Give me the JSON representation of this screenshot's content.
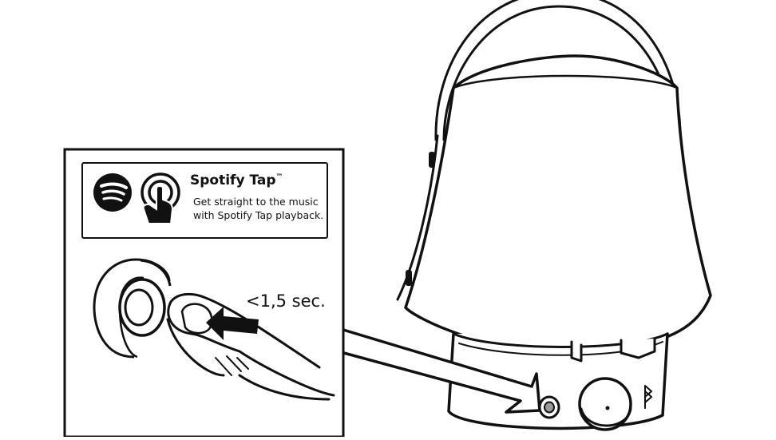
{
  "spotify_label": {
    "brand": "Spotify Tap",
    "trademark": "™",
    "line1": "Get straight to the music",
    "line2": "with Spotify Tap playback."
  },
  "instruction": {
    "duration": "<1,5 sec."
  },
  "icons": [
    "spotify-logo-icon",
    "tap-finger-icon",
    "bluetooth-icon",
    "press-arrow-icon",
    "pointer-arrow-icon"
  ],
  "colors": {
    "ink": "#111111",
    "paper": "#ffffff",
    "button_grey": "#9a9a9a"
  }
}
